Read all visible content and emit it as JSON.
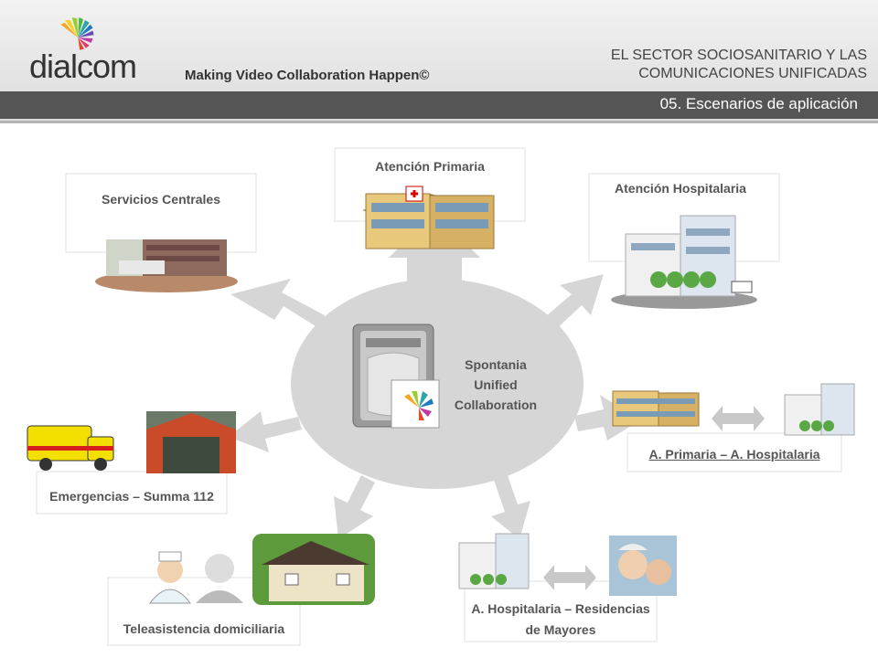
{
  "header": {
    "brand": "dialcom",
    "tagline": "Making Video Collaboration Happen©",
    "title_line1": "EL SECTOR SOCIOSANITARIO Y  LAS",
    "title_line2": "COMUNICACIONES UNIFICADAS",
    "section": "05. Escenarios de aplicación"
  },
  "center": {
    "lines": [
      "Spontania",
      "Unified",
      "Collaboration"
    ]
  },
  "scenarios": {
    "servicios_centrales": "Servicios Centrales",
    "atencion_primaria": "Atención Primaria",
    "atencion_hospitalaria": "Atención Hospitalaria",
    "primaria_hospitalaria": "A. Primaria – A. Hospitalaria",
    "emergencias": "Emergencias – Summa 112",
    "teleasistencia": "Teleasistencia domiciliaria",
    "residencias_line1": "A. Hospitalaria – Residencias",
    "residencias_line2": "de Mayores"
  },
  "colors": {
    "arrow": "#d6d6d6",
    "section_bar": "#555555",
    "text": "#555555"
  }
}
